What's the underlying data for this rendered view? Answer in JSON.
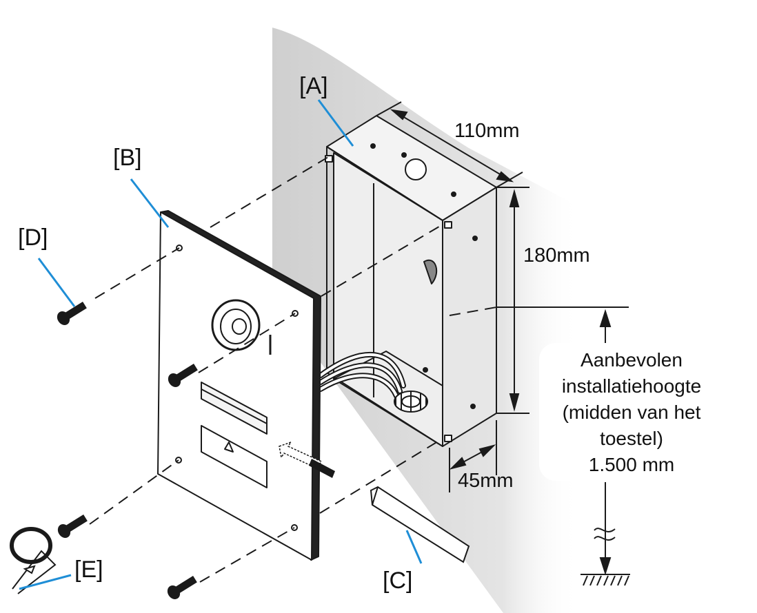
{
  "labels": {
    "box": "[A]",
    "panel": "[B]",
    "strip": "[C]",
    "screw": "[D]",
    "key": "[E]"
  },
  "dimensions": {
    "width": "110mm",
    "height": "180mm",
    "depth": "45mm"
  },
  "mounting_height": {
    "lines": [
      "Aanbevolen",
      "installatiehoogte",
      "(midden van het",
      "toestel)",
      "1.500 mm"
    ]
  },
  "colors": {
    "leader": "#1f8ed6",
    "outline": "#1a1a1a",
    "shadow": "#d0d0d0"
  }
}
